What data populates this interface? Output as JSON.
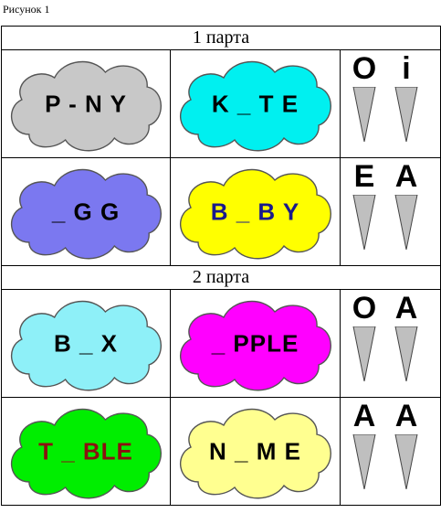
{
  "caption": "Рисунок 1",
  "desks": [
    {
      "title": "1 парта",
      "rows": [
        {
          "clouds": [
            {
              "word": "P - N Y",
              "fill": "#c8c8c8",
              "text_color": "#000000"
            },
            {
              "word": "K _ T E",
              "fill": "#00f0f0",
              "text_color": "#000000"
            }
          ],
          "vowels": [
            "O",
            "i"
          ]
        },
        {
          "clouds": [
            {
              "word": "_ G G",
              "fill": "#7b78f0",
              "text_color": "#000000"
            },
            {
              "word": "B _ B Y",
              "fill": "#ffff00",
              "text_color": "#1a1a8c"
            }
          ],
          "vowels": [
            "E",
            "A"
          ]
        }
      ]
    },
    {
      "title": "2 парта",
      "rows": [
        {
          "clouds": [
            {
              "word": "B _ X",
              "fill": "#8ef0f8",
              "text_color": "#000000"
            },
            {
              "word": "_ PPLE",
              "fill": "#ff00ff",
              "text_color": "#000000"
            }
          ],
          "vowels": [
            "O",
            "A"
          ]
        },
        {
          "clouds": [
            {
              "word": "T _ BLE",
              "fill": "#00ee00",
              "text_color": "#8b1010"
            },
            {
              "word": "N _ M E",
              "fill": "#ffff90",
              "text_color": "#000000"
            }
          ],
          "vowels": [
            "A",
            "A"
          ]
        }
      ]
    }
  ]
}
